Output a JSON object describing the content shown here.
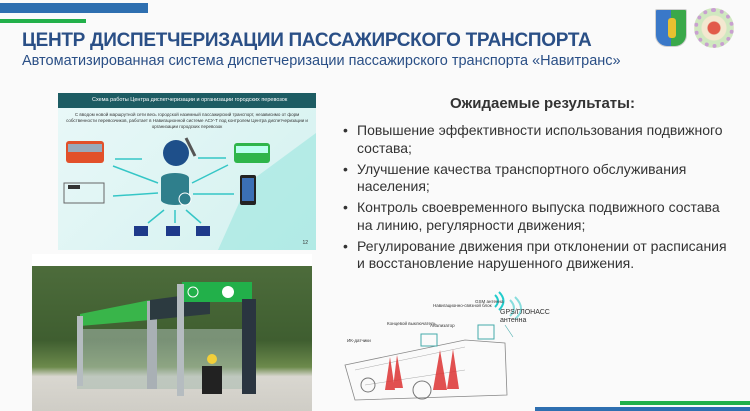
{
  "header": {
    "title": "ЦЕНТР ДИСПЕТЧЕРИЗАЦИИ ПАССАЖИРСКОГО ТРАНСПОРТА",
    "subtitle": "Автоматизированная система диспетчеризации пассажирского транспорта «Навитранс»"
  },
  "diagram": {
    "title": "Схема работы Центра диспетчеризации и организации городских перевозок",
    "text": "С вводом новой маршрутной сети весь городской наземный пассажирский транспорт, независимо от форм собственности перевозчиков, работает в Навигационной системе АСУ-Т под контролем Центра диспетчеризации и организации городских перевозок",
    "page": "12"
  },
  "results": {
    "heading": "Ожидаемые результаты:",
    "items": [
      "Повышение эффективности использования подвижного состава;",
      "Улучшение качества транспортного обслуживания населения;",
      "Контроль своевременного выпуска подвижного состава на линию, регулярности движения;",
      "Регулирование движения при отклонении от расписания и восстановление нарушенного движения."
    ]
  },
  "bus_diagram": {
    "labels": {
      "ir": "ИК-датчики",
      "switch": "Концевой выключатель",
      "analyzer": "Анализатор",
      "nav": "Навигационно-связной блок",
      "gsm": "GSM антенна",
      "gps": "GPS/ГЛОНАСС антенна"
    }
  },
  "colors": {
    "blue": "#2e6fb0",
    "green": "#22b04a",
    "title": "#2a4f86",
    "teal": "#1d5c63"
  }
}
